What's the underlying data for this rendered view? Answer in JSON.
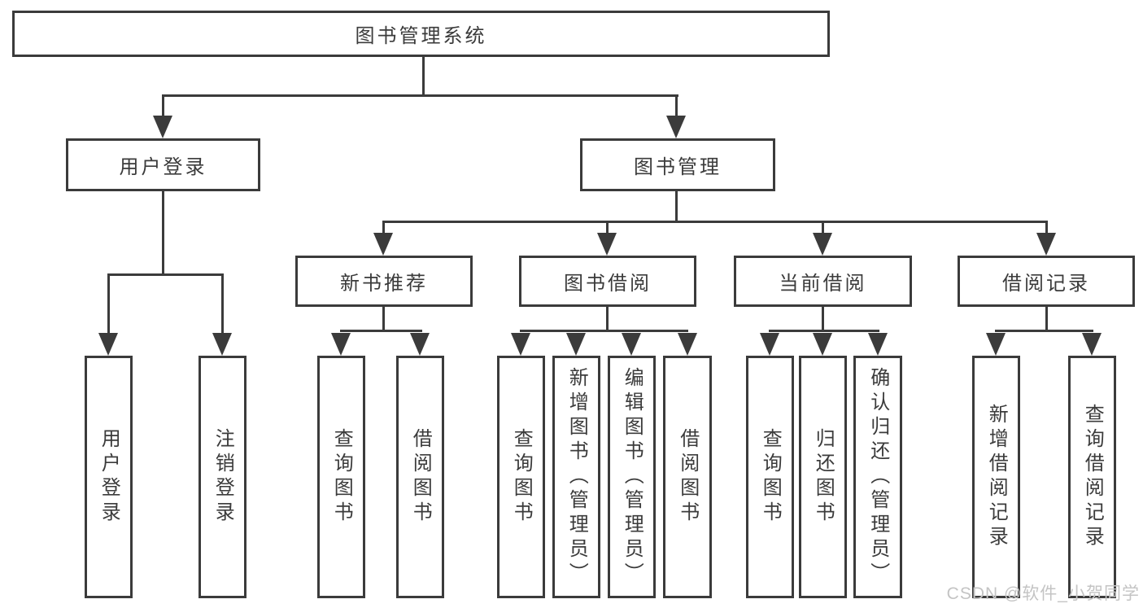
{
  "colors": {
    "line": "#3b3b3b",
    "text": "#3b3b3b",
    "background": "#ffffff",
    "watermark": "#c4c4c4"
  },
  "watermark": "CSDN @软件_小贺同学",
  "tree": {
    "root": "图书管理系统",
    "user_login": {
      "label": "用户登录",
      "leaves": [
        "用户登录",
        "注销登录"
      ]
    },
    "book_management": {
      "label": "图书管理",
      "sections": [
        {
          "label": "新书推荐",
          "leaves": [
            "查询图书",
            "借阅图书"
          ]
        },
        {
          "label": "图书借阅",
          "leaves": [
            "查询图书",
            "新增图书（管理员）",
            "编辑图书（管理员）",
            "借阅图书"
          ]
        },
        {
          "label": "当前借阅",
          "leaves": [
            "查询图书",
            "归还图书",
            "确认归还（管理员）"
          ]
        },
        {
          "label": "借阅记录",
          "leaves": [
            "新增借阅记录",
            "查询借阅记录"
          ]
        }
      ]
    }
  }
}
